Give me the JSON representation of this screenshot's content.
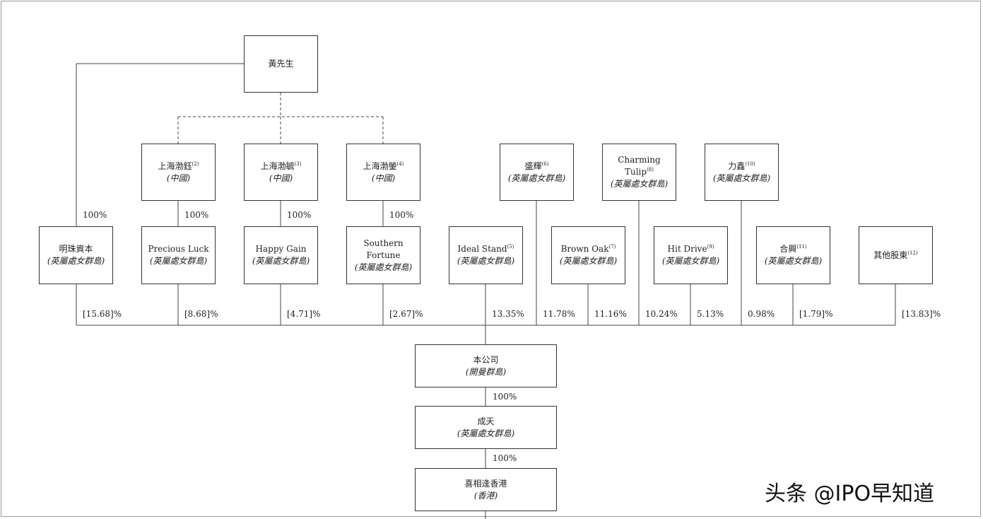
{
  "top_person": {
    "name": "黃先生"
  },
  "shanghai": [
    {
      "name": "上海渤鈺",
      "note": "(2)",
      "sub": "(中國)"
    },
    {
      "name": "上海渤毓",
      "note": "(3)",
      "sub": "(中國)"
    },
    {
      "name": "上海渤鎣",
      "note": "(4)",
      "sub": "(中國)"
    }
  ],
  "upper_shareholders": [
    {
      "name": "盛輝",
      "note": "(6)",
      "sub": "(英屬處女群島)"
    },
    {
      "name_line1": "Charming",
      "name_line2": "Tulip",
      "note": "(8)",
      "sub": "(英屬處女群島)"
    },
    {
      "name": "力鑫",
      "note": "(10)",
      "sub": "(英屬處女群島)"
    }
  ],
  "row_shareholders": [
    {
      "name": "明珠資本",
      "sub": "(英屬處女群島)"
    },
    {
      "name": "Precious Luck",
      "sub": "(英屬處女群島)"
    },
    {
      "name": "Happy Gain",
      "sub": "(英屬處女群島)"
    },
    {
      "name_line1": "Southern",
      "name_line2": "Fortune",
      "sub": "(英屬處女群島)"
    },
    {
      "name": "Ideal Stand",
      "note": "(5)",
      "sub": "(英屬處女群島)"
    },
    {
      "name": "Brown Oak",
      "note": "(7)",
      "sub": "(英屬處女群島)"
    },
    {
      "name": "Hit Drive",
      "note": "(9)",
      "sub": "(英屬處女群島)"
    },
    {
      "name": "合興",
      "note": "(11)",
      "sub": "(英屬處女群島)"
    },
    {
      "name": "其他股東",
      "note": "(12)"
    }
  ],
  "upper_pct": [
    "100%",
    "100%",
    "100%",
    "100%"
  ],
  "shareholding_pct": [
    "[15.68]%",
    "[8.68]%",
    "[4.71]%",
    "[2.67]%",
    "13.35%",
    "11.78%",
    "11.16%",
    "10.24%",
    "5.13%",
    "0.98%",
    "[1.79]%",
    "[13.83]%"
  ],
  "company": {
    "name": "本公司",
    "sub": "(開曼群島)"
  },
  "subsidiary_1": {
    "name": "成天",
    "sub": "(英屬處女群島)"
  },
  "subsidiary_2": {
    "name": "喜相逢香港",
    "sub": "(香港)"
  },
  "lower_pct": [
    "100%",
    "100%"
  ],
  "watermark": "头条 @IPO早知道"
}
